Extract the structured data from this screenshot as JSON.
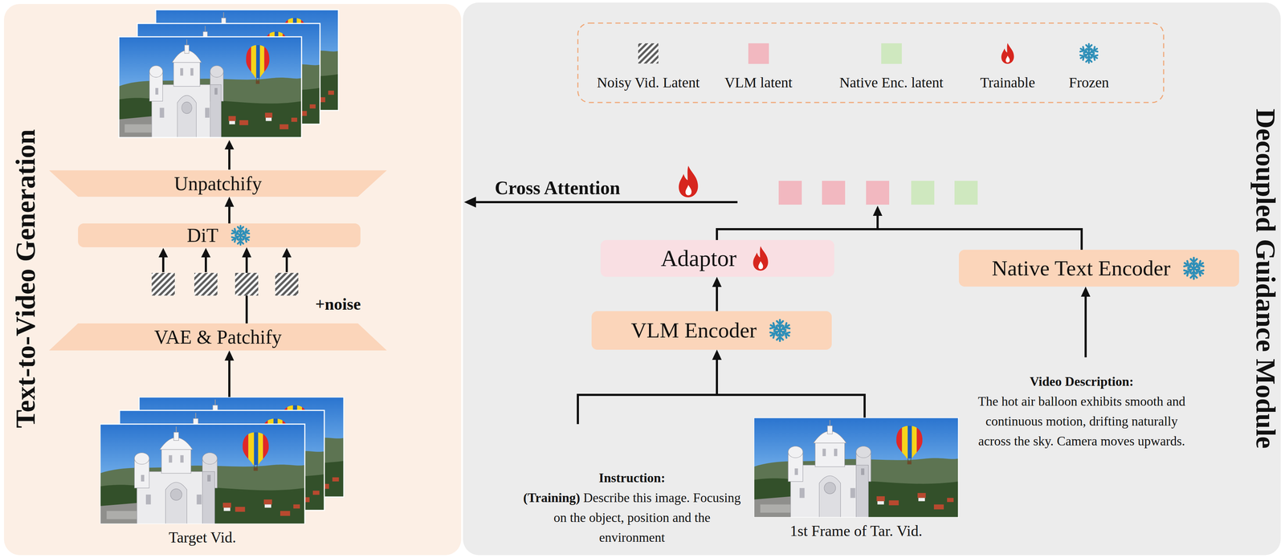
{
  "diagram": {
    "nodes": [
      {
        "text": [
          "Text-to-Video Generation"
        ]
      },
      {
        "text": [
          "Unpatchify"
        ],
        "in": 0
      },
      {
        "text": [
          "DiT"
        ],
        "in": 0
      },
      {
        "text": [
          "VAE & Patchify"
        ],
        "in": 0
      },
      {
        "text": [
          "Target Vid."
        ],
        "in": 0
      },
      {
        "text": [
          "Decoupled Guidance Module"
        ]
      },
      {
        "text": [
          "Adaptor"
        ],
        "in": 5
      },
      {
        "text": [
          "Native Text Encoder"
        ],
        "in": 5
      },
      {
        "text": [
          "VLM Encoder"
        ],
        "in": 5
      },
      {
        "text": [
          "Instruction:",
          "(Training)",
          "Describe this image. Focusing on the object, position and the environment"
        ],
        "in": 5
      },
      {
        "text": [
          "1st Frame of Tar. Vid."
        ],
        "in": 5
      },
      {
        "text": [
          "Video Description:",
          "The hot air balloon exhibits smooth and continuous motion, drifting naturally across the sky. Camera moves upwards."
        ],
        "in": 5
      }
    ],
    "edges": [
      {
        "from": 4,
        "to": 3,
        "arrow": "to"
      },
      {
        "from": 3,
        "to": 2,
        "arrow": "to"
      },
      {
        "from": 2,
        "to": 1,
        "arrow": "to"
      },
      {
        "from": 9,
        "to": 8,
        "arrow": "to"
      },
      {
        "from": 10,
        "to": 8,
        "arrow": "to"
      },
      {
        "from": 8,
        "to": 6,
        "arrow": "to"
      },
      {
        "from": 11,
        "to": 7,
        "arrow": "to"
      }
    ],
    "labels": [
      "+noise",
      "Cross Attention"
    ],
    "legend": [
      {
        "text": "Noisy Vid. Latent"
      },
      {
        "text": "VLM latent",
        "color": "#f2b8c0"
      },
      {
        "text": "Native Enc. latent",
        "color": "#cfe8bf"
      },
      {
        "text": "Trainable"
      },
      {
        "text": "Frozen"
      }
    ]
  }
}
